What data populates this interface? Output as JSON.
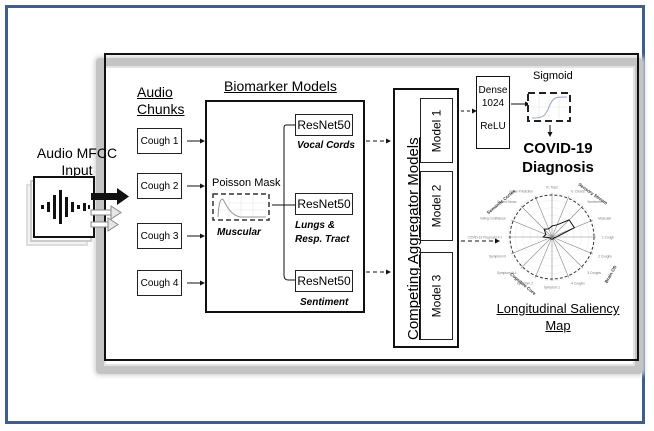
{
  "diagram": {
    "input": {
      "title_line1": "Audio MFCC",
      "title_line2": "Input",
      "icon": "waveform-icon"
    },
    "audio_chunks": {
      "title_line1": "Audio",
      "title_line2": "Chunks",
      "items": [
        "Cough 1",
        "Cough 2",
        "Cough 3",
        "Cough 4"
      ]
    },
    "biomarker_models": {
      "title": "Biomarker Models",
      "poisson_mask": {
        "label": "Poisson Mask",
        "caption": "Muscular"
      },
      "resnets": [
        {
          "label": "ResNet50",
          "caption": "Vocal Cords"
        },
        {
          "label": "ResNet50",
          "caption_line1": "Lungs &",
          "caption_line2": "Resp. Tract"
        },
        {
          "label": "ResNet50",
          "caption": "Sentiment"
        }
      ]
    },
    "aggregator": {
      "title": "Competing Aggregator Models",
      "models": [
        "Model 1",
        "Model 2",
        "Model 3"
      ]
    },
    "dense": {
      "line1": "Dense",
      "line2": "1024",
      "line3": "ReLU"
    },
    "sigmoid": {
      "label": "Sigmoid"
    },
    "output": {
      "line1": "COVID-19",
      "line2": "Diagnosis"
    },
    "saliency_map": {
      "title_line1": "Longitudinal Saliency",
      "title_line2": "Map",
      "group_labels": [
        "Sensory Stream",
        "Brain OS",
        "Cognitive Core",
        "Semantic Cortex"
      ],
      "axes": [
        "R. Tract",
        "V. Chords",
        "Sentiment",
        "Muscular",
        "1 Cough",
        "2 Coughs",
        "3 Coughs",
        "4 Coughs",
        "Symptom 1",
        "Symptom 2",
        "Symptom N-1",
        "Symptom N",
        "COVID-19 Prognosis F1",
        "Voting Confidence",
        "Salient Factor",
        "Unlike Prediction"
      ]
    }
  },
  "colors": {
    "outer_border": "#3d5f8a",
    "frame_shadow": "#c4c4c4",
    "stroke": "#111111"
  }
}
